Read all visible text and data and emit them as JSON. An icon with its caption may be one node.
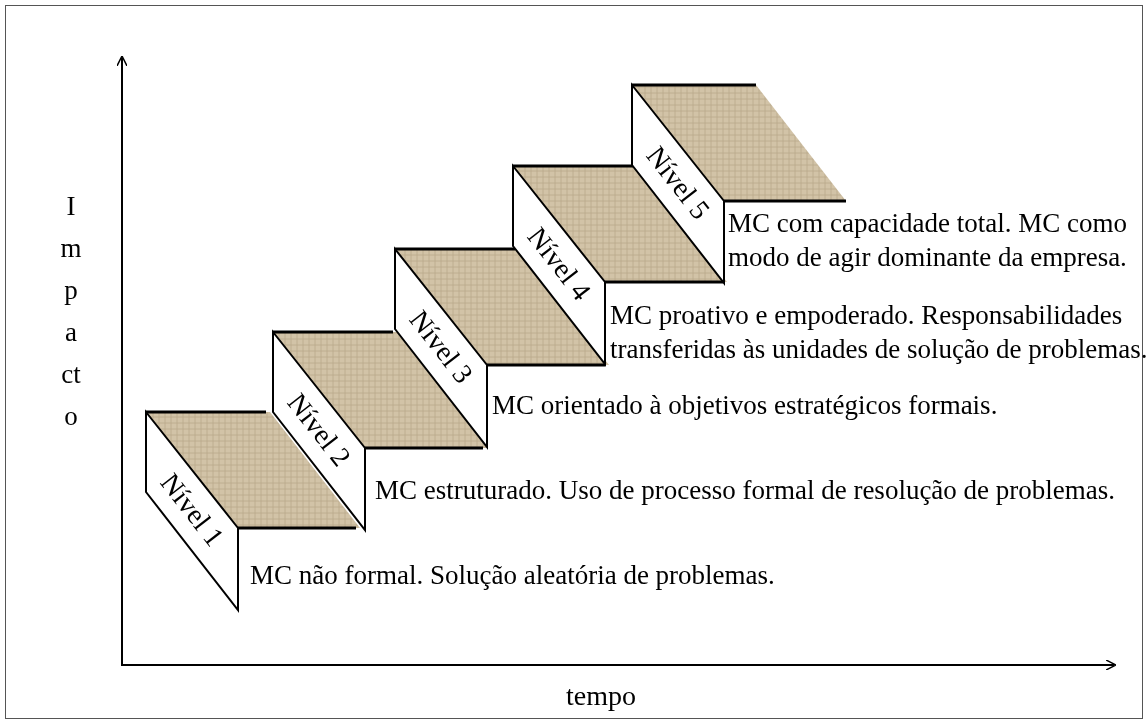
{
  "diagram": {
    "nodes": [
      {
        "text": [
          "Nível 1"
        ],
        "beside": [
          "MC não formal. Solução aleatória de problemas."
        ]
      },
      {
        "text": [
          "Nível 2"
        ],
        "beside": [
          "MC estruturado. Uso de processo formal de resolução de problemas."
        ]
      },
      {
        "text": [
          "Nível 3"
        ],
        "beside": [
          "MC orientado à objetivos estratégicos formais."
        ]
      },
      {
        "text": [
          "Nível 4"
        ],
        "beside": [
          "MC proativo e empoderado. Responsabilidades transferidas às unidades de solução de problemas."
        ]
      },
      {
        "text": [
          "Nível 5"
        ],
        "beside": [
          "MC com capacidade total. MC como modo de agir dominante da empresa."
        ]
      }
    ],
    "labels": [
      "Impacto",
      "tempo"
    ]
  }
}
